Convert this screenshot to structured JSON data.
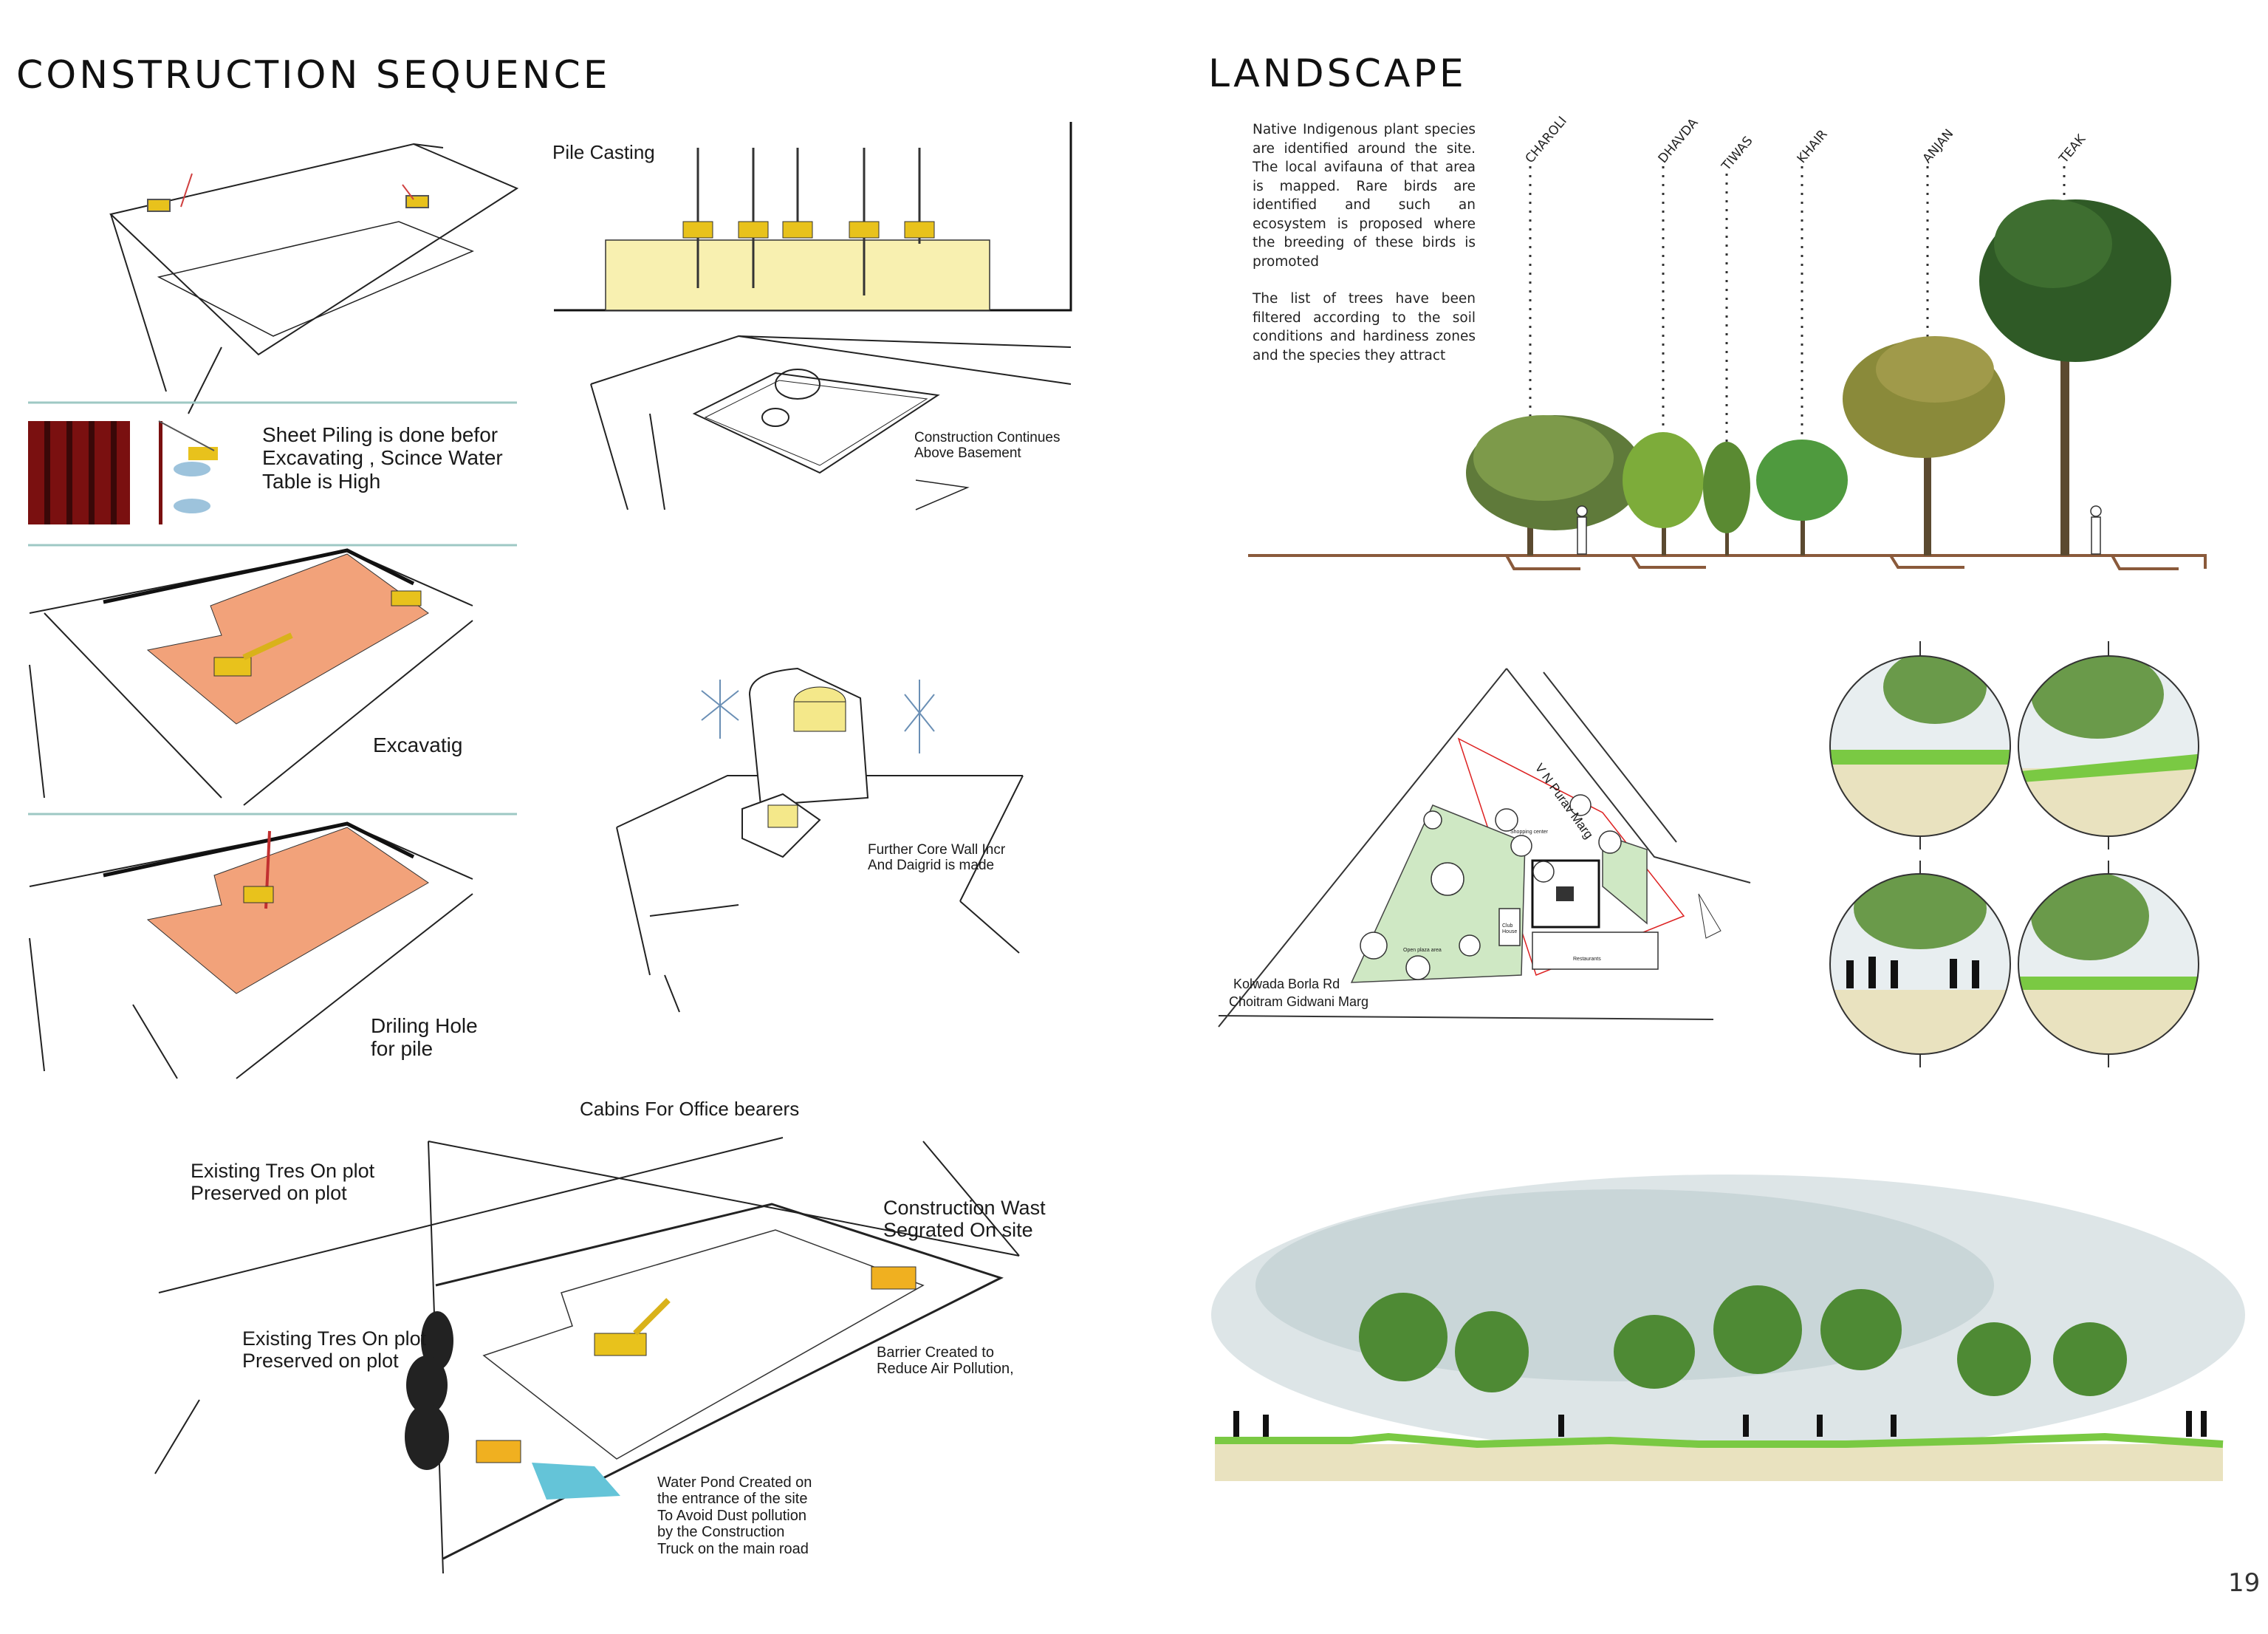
{
  "left": {
    "heading": "CONSTRUCTION SEQUENCE",
    "labels": {
      "pile_casting": "Pile Casting",
      "construction_continues": "Construction Continues\nAbove Basement",
      "sheet_piling": "Sheet Piling is done befor\nExcavating , Scince Water\nTable is High",
      "excavating": "Excavatig",
      "core_wall": "Further Core Wall Incr\nAnd Daigrid is made",
      "drilling": "Driling Hole\nfor pile",
      "cabins": "Cabins For Office bearers",
      "existing_trees_top": "Existing Tres On plot\nPreserved on plot",
      "construction_waste": "Construction Wast\nSegrated On site",
      "existing_trees_mid": "Existing Tres On plot\nPreserved on plot",
      "barrier": "Barrier Created  to\nReduce Air Pollution,",
      "water_pond": "Water Pond Created on\nthe entrance of the site\nTo Avoid Dust pollution\nby the Construction\nTruck on the main road"
    }
  },
  "right": {
    "heading": "LANDSCAPE",
    "paragraph_1": "Native Indigenous plant species are identified around the site. The local avifauna of that area is mapped. Rare birds are identified and such an ecosystem is proposed where the breeding of these birds is promoted",
    "paragraph_2": "The list of trees have been filtered according to the soil conditions and hardiness zones and the species they attract",
    "trees": [
      "CHAROLI",
      "DHAVDA",
      "TIWAS",
      "KHAIR",
      "ANJAN",
      "TEAK"
    ],
    "site_plan": {
      "road_1": "Kolwada Borla Rd",
      "road_2": "Choitram Gidwani Marg",
      "road_3": "V N Purav Marg",
      "shopping": "Shopping center",
      "club": "Club House",
      "restaurants": "Restaurants",
      "open_plaza": "Open plaza area"
    }
  },
  "page_number": "19",
  "colors": {
    "orange_pit": "#f2a27a",
    "pile_yellow": "#f8f0b0",
    "machine_yellow": "#e8c21c",
    "lawn_green": "#cfe8c4",
    "grass": "#7ac943",
    "soil": "#e9e2bf",
    "ground_line": "#8a5a3b"
  }
}
